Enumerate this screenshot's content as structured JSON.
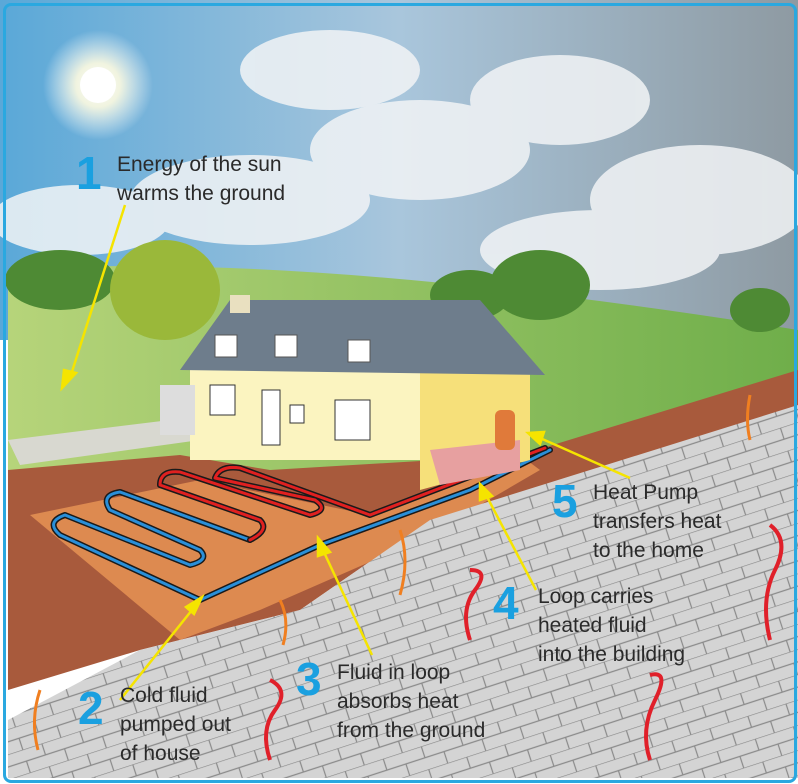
{
  "steps": [
    {
      "number": "1",
      "lines": [
        "Energy of the sun",
        "warms the ground"
      ]
    },
    {
      "number": "2",
      "lines": [
        "Cold fluid",
        "pumped out",
        "of house"
      ]
    },
    {
      "number": "3",
      "lines": [
        "Fluid in loop",
        "absorbs heat",
        "from the ground"
      ]
    },
    {
      "number": "4",
      "lines": [
        "Loop carries",
        "heated fluid",
        "into the building"
      ]
    },
    {
      "number": "5",
      "lines": [
        "Heat Pump",
        "transfers heat",
        "to the home"
      ]
    }
  ],
  "colors": {
    "number": "#1aa0e0",
    "callout_arrow": "#f5e400",
    "cold_pipe": "#2a8fd8",
    "warm_pipe": "#e02020",
    "border": "#2aa8e0"
  }
}
